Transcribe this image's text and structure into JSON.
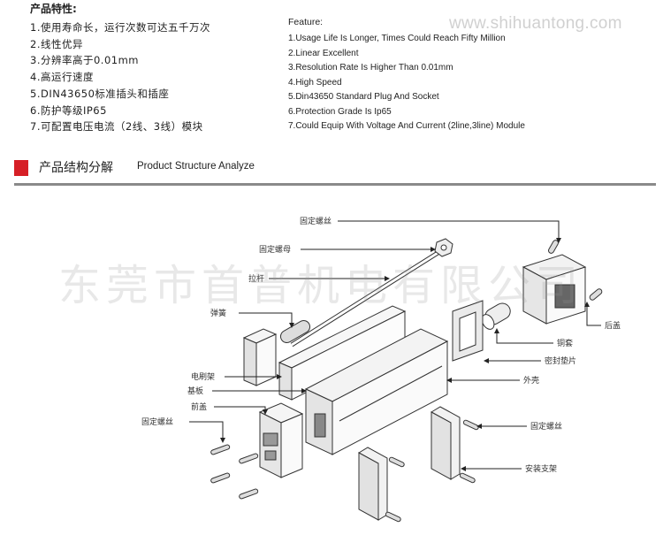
{
  "features_zh": {
    "title": "产品特性:",
    "items": [
      "1.使用寿命长，运行次数可达五千万次",
      "2.线性优异",
      "3.分辨率高于0.01mm",
      "4.高运行速度",
      "5.DIN43650标准插头和插座",
      "6.防护等级IP65",
      "7.可配置电压电流（2线、3线）模块"
    ]
  },
  "features_en": {
    "title": "Feature:",
    "items": [
      "1.Usage Life Is Longer, Times Could Reach Fifty Million",
      "2.Linear Excellent",
      "3.Resolution Rate Is Higher Than 0.01mm",
      "4.High Speed",
      "5.Din43650 Standard Plug And Socket",
      "6.Protection Grade Is Ip65",
      "7.Could Equip With Voltage And Current (2line,3line) Module"
    ]
  },
  "watermark": {
    "url": "www.shihuantong.com",
    "company": "东莞市首普机电有限公司"
  },
  "section": {
    "title_zh": "产品结构分解",
    "title_en": "Product Structure Analyze",
    "accent_color": "#d61f26"
  },
  "diagram": {
    "labels": {
      "screw_top": "固定螺丝",
      "nut": "固定螺母",
      "rod": "拉杆",
      "spring": "弹簧",
      "brush_holder": "电刷架",
      "base_plate": "基板",
      "front_cover": "前盖",
      "screw_front": "固定螺丝",
      "rear_cover": "后盖",
      "copper_sleeve": "铜套",
      "gasket": "密封垫片",
      "housing": "外壳",
      "screw_bracket": "固定螺丝",
      "bracket": "安装支架"
    }
  }
}
